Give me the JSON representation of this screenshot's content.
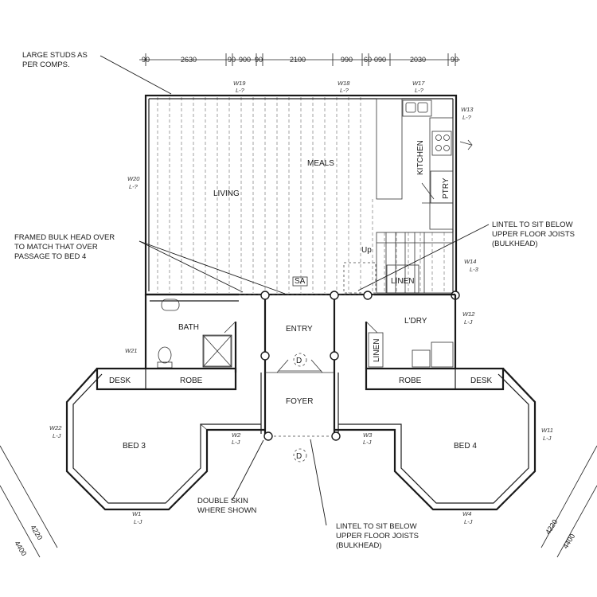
{
  "notes": {
    "large_studs": [
      "LARGE STUDS AS",
      "PER COMPS."
    ],
    "framed_bulkhead": [
      "FRAMED BULK HEAD OVER",
      "TO MATCH THAT OVER",
      "PASSAGE TO BED 4"
    ],
    "lintel_upper": [
      "LINTEL TO SIT BELOW",
      "UPPER FLOOR JOISTS",
      "(BULKHEAD)"
    ],
    "double_skin": [
      "DOUBLE SKIN",
      "WHERE SHOWN"
    ],
    "lintel_lower": [
      "LINTEL TO SIT BELOW",
      "UPPER FLOOR JOISTS",
      "(BULKHEAD)"
    ]
  },
  "rooms": {
    "living": "LIVING",
    "meals": "MEALS",
    "kitchen": "KITCHEN",
    "pantry": "PTRY",
    "linen_upper": "LINEN",
    "up": "Up",
    "bath": "BATH",
    "entry": "ENTRY",
    "laundry": "L'DRY",
    "linen_lower": "LINEN",
    "desk_left": "DESK",
    "robe_left": "ROBE",
    "robe_right": "ROBE",
    "desk_right": "DESK",
    "foyer": "FOYER",
    "bed3": "BED 3",
    "bed4": "BED 4",
    "sa": "SA"
  },
  "dimensions": {
    "top": [
      "90",
      "2630",
      "90",
      "900",
      "90",
      "2100",
      "990",
      "60",
      "090",
      "2030",
      "90"
    ],
    "left_diag": [
      "4220",
      "4400"
    ],
    "right_diag": [
      "4220",
      "4400"
    ]
  },
  "windows": {
    "w19": [
      "W19",
      "L-?"
    ],
    "w18": [
      "W18",
      "L-?"
    ],
    "w17": [
      "W17",
      "L-?"
    ],
    "w13": [
      "W13",
      "L-?"
    ],
    "w20": [
      "W20",
      "L-?"
    ],
    "w14": [
      "W14",
      "L-3"
    ],
    "w12": [
      "W12",
      "L-J"
    ],
    "w21": [
      "W21",
      ""
    ],
    "w22": [
      "W22",
      "L-J"
    ],
    "w2": [
      "W2",
      "L-J"
    ],
    "w3": [
      "W3",
      "L-J"
    ],
    "w11": [
      "W11",
      "L-J"
    ],
    "w1": [
      "W1",
      "L-J"
    ],
    "w4": [
      "W4",
      "L-J"
    ]
  },
  "markers": {
    "d_upper": "D",
    "d_lower": "D"
  }
}
